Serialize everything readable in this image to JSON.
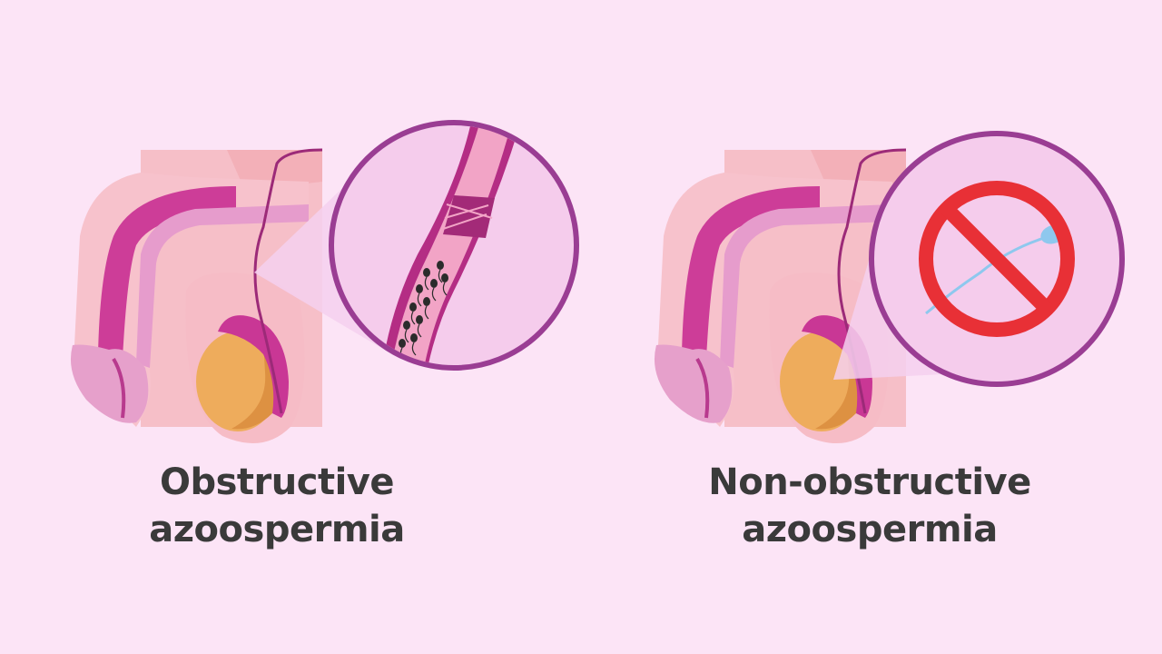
{
  "panels": [
    {
      "title_line1": "Obstructive",
      "title_line2": "azoospermia"
    },
    {
      "title_line1": "Non-obstructive",
      "title_line2": "azoospermia"
    }
  ],
  "icons": {
    "left_zoom": "blocked-duct-with-sperm-icon",
    "right_zoom": "no-sperm-prohibition-icon"
  },
  "colors": {
    "background": "#fce4f6",
    "skin": "#f8c8cf",
    "skin_shadow": "#f5b4bd",
    "shaft": "#cd3d98",
    "shaft_light": "#e69ccc",
    "testis": "#eeac5c",
    "testis_shadow": "#dd9142",
    "duct": "#9c2a78",
    "zoom_ring": "#9a3d93",
    "zoom_fill": "#f5ccec",
    "prohibition": "#e83036",
    "sperm": "#8ec8ee",
    "text": "#3a3a3a"
  }
}
